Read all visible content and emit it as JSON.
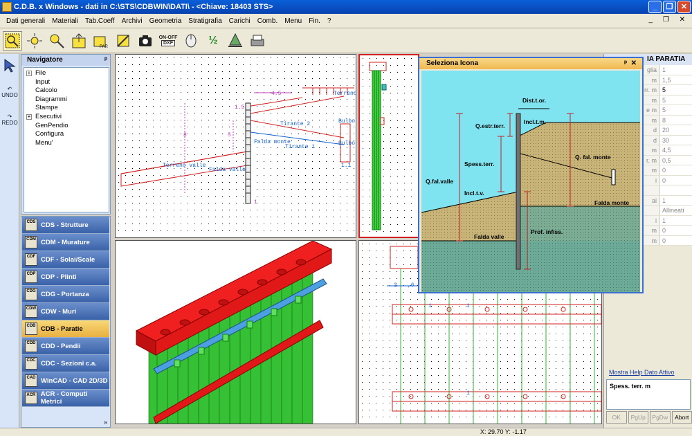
{
  "window": {
    "title": "C.D.B. x Windows - dati in C:\\STS\\CDBWIN\\DATI\\ - <Chiave: 18403 STS>",
    "buttons": [
      "_",
      "❐",
      "✕"
    ]
  },
  "menu": [
    "Dati generali",
    "Materiali",
    "Tab.Coeff",
    "Archivi",
    "Geometria",
    "Stratigrafia",
    "Carichi",
    "Comb.",
    "Menu",
    "Fin.",
    "?"
  ],
  "mdi_controls": "_ ❐ ✕",
  "toolbar": {
    "onoff_label": "ON-OFF",
    "dxf_label": "DXF",
    "half_label": "½"
  },
  "left_tools": {
    "undo": "UNDO",
    "redo": "REDO"
  },
  "navigator": {
    "title": "Navigatore",
    "pin": "ᵖ",
    "items": [
      {
        "label": "File",
        "expandable": true
      },
      {
        "label": "Input",
        "expandable": false
      },
      {
        "label": "Calcolo",
        "expandable": false
      },
      {
        "label": "Diagrammi",
        "expandable": false
      },
      {
        "label": "Stampe",
        "expandable": false
      },
      {
        "label": "Esecutivi",
        "expandable": true
      },
      {
        "label": "GenPendio",
        "expandable": false
      },
      {
        "label": "Configura",
        "expandable": false
      },
      {
        "label": "Menu'",
        "expandable": false
      }
    ]
  },
  "modules": [
    {
      "icon": "CDS",
      "label": "CDS - Strutture",
      "active": false
    },
    {
      "icon": "CDM",
      "label": "CDM - Murature",
      "active": false
    },
    {
      "icon": "CDF",
      "label": "CDF - Solai/Scale",
      "active": false
    },
    {
      "icon": "CDP",
      "label": "CDP - Plinti",
      "active": false
    },
    {
      "icon": "CDG",
      "label": "CDG - Portanza",
      "active": false
    },
    {
      "icon": "CDW",
      "label": "CDW - Muri",
      "active": false
    },
    {
      "icon": "CDB",
      "label": "CDB - Paratie",
      "active": true
    },
    {
      "icon": "CDD",
      "label": "CDD - Pendii",
      "active": false
    },
    {
      "icon": "CDC",
      "label": "CDC - Sezioni c.a.",
      "active": false
    },
    {
      "icon": "CAD",
      "label": "WinCAD - CAD 2D/3D",
      "active": false
    },
    {
      "icon": "ACR",
      "label": "ACR - Computi Metrici",
      "active": false
    }
  ],
  "modules_footer": "»",
  "section_view": {
    "labels": {
      "dim_45": "4.5",
      "dim_15": "1.5",
      "dim_8": "8",
      "dim_5": "5",
      "terreno_monte": "Terreno m",
      "terreno_valle": "Terreno valle",
      "falda_valle": "Falda valle",
      "falda_monte": "Falda monte",
      "tirante2": "Tirante 2",
      "tirante1": "Tirante 1",
      "bulbo1": "Bulbo",
      "bulbo2": "Bulbo",
      "dim_11": "1.1",
      "dim_1": "1"
    }
  },
  "properties": {
    "title": "IA PARATIA",
    "rows": [
      {
        "k": "glia",
        "v": "1",
        "dark": false
      },
      {
        "k": "m",
        "v": "1,5",
        "dark": false
      },
      {
        "k": "rr. m",
        "v": "5",
        "dark": true
      },
      {
        "k": "m",
        "v": "5",
        "dark": false
      },
      {
        "k": "e m",
        "v": "5",
        "dark": false
      },
      {
        "k": "m",
        "v": "8",
        "dark": false
      },
      {
        "k": "d",
        "v": "20",
        "dark": false
      },
      {
        "k": "d",
        "v": "30",
        "dark": false
      },
      {
        "k": "m",
        "v": "4,5",
        "dark": false
      },
      {
        "k": "r. m",
        "v": "0,5",
        "dark": false
      },
      {
        "k": "m",
        "v": "0",
        "dark": false
      },
      {
        "k": "i",
        "v": "0",
        "dark": false
      },
      {
        "k": "",
        "v": "",
        "dark": false
      },
      {
        "k": "ai",
        "v": "1",
        "dark": false
      },
      {
        "k": "",
        "v": "Allineati",
        "dark": false
      },
      {
        "k": "i",
        "v": "1",
        "dark": false
      },
      {
        "k": "m",
        "v": "0",
        "dark": false
      },
      {
        "k": "m",
        "v": "0",
        "dark": false
      }
    ],
    "help_link": "Mostra Help Dato Attivo",
    "help_text": "Spess. terr. m",
    "buttons": [
      {
        "label": "OK",
        "enabled": false
      },
      {
        "label": "PgUp",
        "enabled": false
      },
      {
        "label": "PgDw",
        "enabled": false
      },
      {
        "label": "Abort",
        "enabled": true
      }
    ]
  },
  "dialog": {
    "title": "Seleziona Icona",
    "pin": "ᵖ",
    "close": "✕",
    "labels": {
      "dist_tor": "Dist.t.or.",
      "q_estr_terr": "Q.estr.terr.",
      "incl_tm": "Incl.t.m.",
      "spess_terr": "Spess.terr.",
      "q_fal_monte": "Q. fal. monte",
      "q_fal_valle": "Q.fal.valle",
      "incl_tv": "Incl.t.v.",
      "falda_monte": "Falda monte",
      "prof_infiss": "Prof. infiss.",
      "falda_valle": "Falda valle"
    }
  },
  "plan_view": {
    "dim_2": "2",
    "dim_6": ",6",
    "dim_1a": "1",
    "dim_1b": "1",
    "dim_1c": "1"
  },
  "status": {
    "coords": "X: 29.70  Y: -1.17"
  },
  "colors": {
    "title_blue": "#0842b0",
    "active_module": "#f0c050",
    "wall_red": "#d02020",
    "pile_green": "#30c030",
    "sky": "#80e4f0",
    "soil": "#c8b478",
    "water": "#6eaa98"
  }
}
